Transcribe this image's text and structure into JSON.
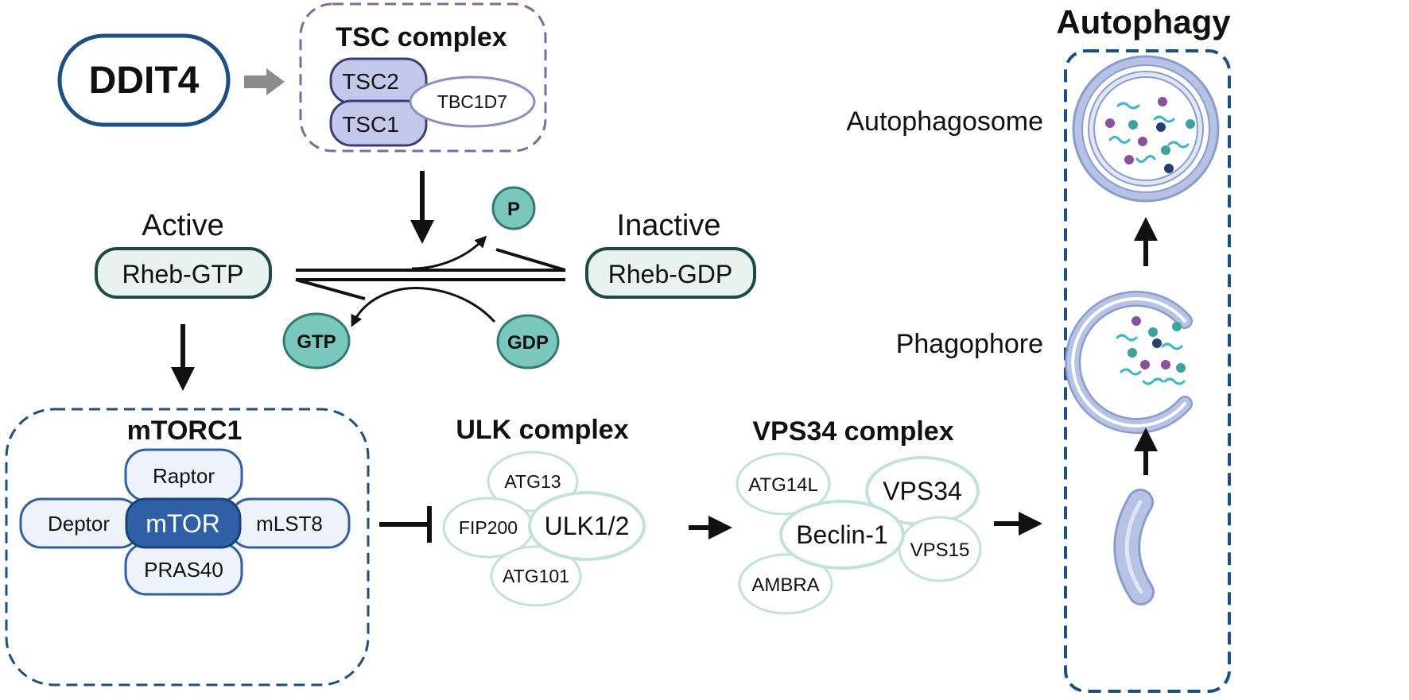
{
  "colors": {
    "navy": "#1b4f86",
    "navy_dark": "#174478",
    "mtor_fill": "#2f5fa6",
    "light_blue_fill": "#eef3fb",
    "tsc_fill": "#c4c9ec",
    "tsc_stroke": "#3b3f73",
    "purple_dash": "#7a6aa6",
    "rheb_fill": "#e8f3f0",
    "rheb_stroke": "#1d4a44",
    "teal_fill": "#79c7bd",
    "teal_stroke": "#2f7b72",
    "mint_stroke": "#bfe3d9",
    "gray_arrow": "#8c8c8c",
    "vesicle_fill": "#b6c3e4",
    "vesicle_stroke": "#8a9ccf",
    "cargo_cyan": "#36b7d1",
    "cargo_navy": "#24406e",
    "cargo_teal": "#3aa39a",
    "cargo_purple": "#8b4f9c"
  },
  "ddit4": {
    "label": "DDIT4"
  },
  "tsc": {
    "title": "TSC complex",
    "tsc2": "TSC2",
    "tsc1": "TSC1",
    "tbc1d7": "TBC1D7"
  },
  "rheb": {
    "active_label": "Active",
    "inactive_label": "Inactive",
    "gtp_form": "Rheb-GTP",
    "gdp_form": "Rheb-GDP",
    "phosphate": "P",
    "gtp": "GTP",
    "gdp": "GDP"
  },
  "mtorc1": {
    "title": "mTORC1",
    "core": "mTOR",
    "raptor": "Raptor",
    "deptor": "Deptor",
    "mlst8": "mLST8",
    "pras40": "PRAS40"
  },
  "ulk": {
    "title": "ULK complex",
    "atg13": "ATG13",
    "fip200": "FIP200",
    "ulk12": "ULK1/2",
    "atg101": "ATG101"
  },
  "vps34": {
    "title": "VPS34 complex",
    "atg14l": "ATG14L",
    "vps34": "VPS34",
    "beclin1": "Beclin-1",
    "vps15": "VPS15",
    "ambra": "AMBRA"
  },
  "autophagy": {
    "title": "Autophagy",
    "autophagosome": "Autophagosome",
    "phagophore": "Phagophore"
  }
}
